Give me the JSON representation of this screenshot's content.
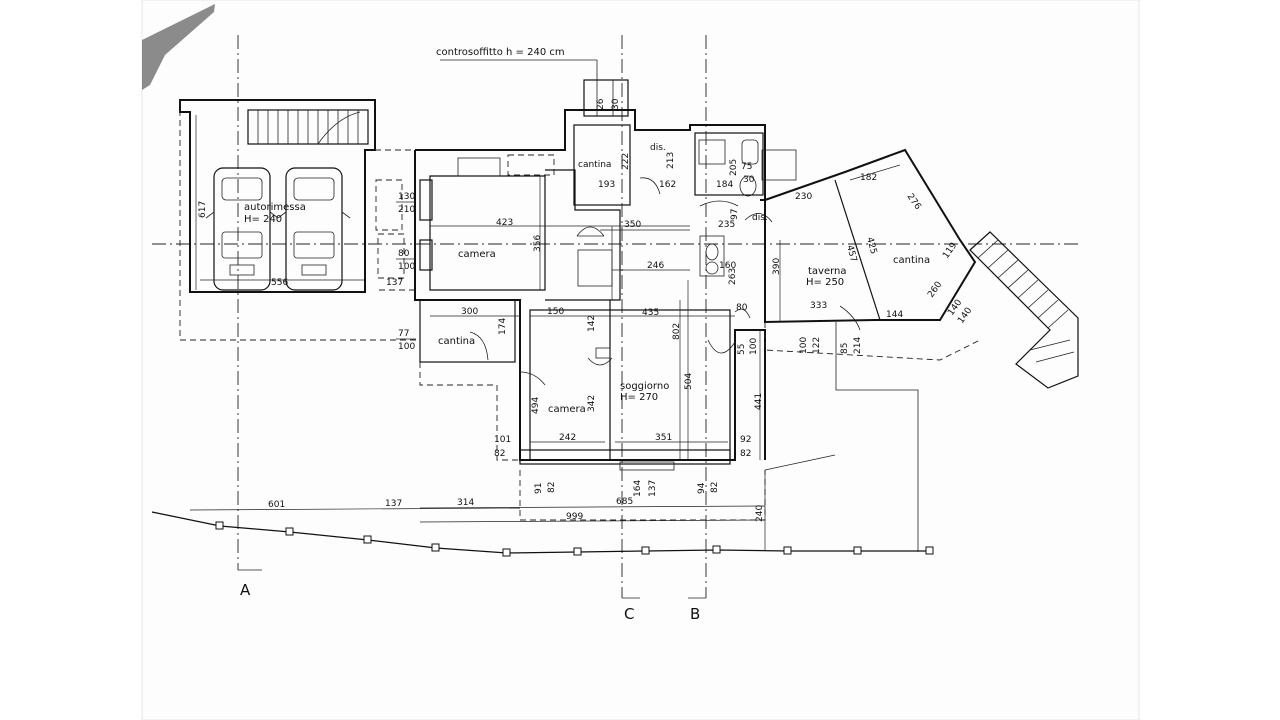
{
  "note": "controsoffitto h = 240 cm",
  "axes": {
    "a": "A",
    "b": "B",
    "c": "C"
  },
  "rooms": {
    "garage_1": "autorimessa",
    "garage_2": "H= 240",
    "camera_1": "camera",
    "cantina_1": "cantina",
    "cantina_2": "cantina",
    "cantina_3": "cantina",
    "camera_2": "camera",
    "soggiorno_1": "soggiorno",
    "soggiorno_2": "H= 270",
    "dis_1": "dis.",
    "dis_2": "dis.",
    "taverna_1": "taverna",
    "taverna_2": "H= 250"
  },
  "dims": {
    "d617": "617",
    "d556": "556",
    "d137a": "137",
    "d423": "423",
    "d356": "356",
    "d350": "350",
    "d246": "246",
    "d435": "435",
    "d802": "802",
    "d504": "504",
    "d300": "300",
    "d174": "174",
    "d150": "150",
    "d142": "142",
    "d494": "494",
    "d342": "342",
    "d242": "242",
    "d351": "351",
    "d101": "101",
    "d82a": "82",
    "d92": "92",
    "d82b": "82",
    "d91": "91",
    "d82c": "82",
    "d164": "164",
    "d137b": "137",
    "d94": "94",
    "d82d": "82",
    "d685": "685",
    "d999": "999",
    "d601": "601",
    "d137c": "137",
    "d314": "314",
    "d240": "240",
    "d441": "441",
    "d213": "213",
    "d193": "193",
    "d162": "162",
    "d184": "184",
    "d205": "205",
    "d75": "75",
    "d30a": "30",
    "d26": "26",
    "d30b": "30",
    "d222": "222",
    "d97": "97",
    "d235": "235",
    "d160": "160",
    "d263": "263",
    "d230": "230",
    "d182": "182",
    "d276": "276",
    "d425": "425",
    "d457": "457",
    "d390": "390",
    "d333": "333",
    "d80": "80",
    "d55": "55",
    "d100a": "100",
    "d100b": "100",
    "d122": "122",
    "d85": "85",
    "d214": "214",
    "d144": "144",
    "d260": "260",
    "d119": "119",
    "d140a": "140",
    "d140b": "140",
    "w130": "130",
    "w210": "210",
    "w80": "80",
    "w100a": "100",
    "w77": "77",
    "w100b": "100"
  }
}
